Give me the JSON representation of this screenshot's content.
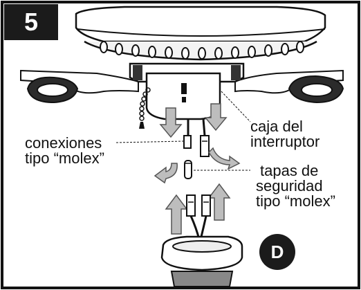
{
  "step_number": "5",
  "part_letter": "D",
  "labels": {
    "molex_connections": [
      "conexiones",
      "tipo “molex”"
    ],
    "switch_box": [
      "caja del",
      "interruptor"
    ],
    "safety_caps": [
      "tapas de",
      "seguridad",
      "tipo “molex”"
    ]
  }
}
